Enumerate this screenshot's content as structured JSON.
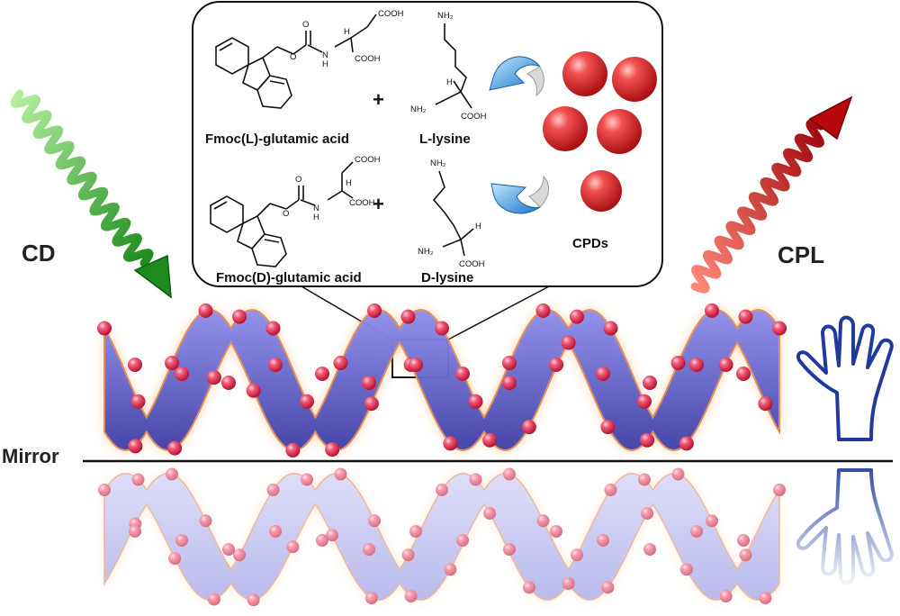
{
  "labels": {
    "cd": "CD",
    "cpl": "CPL",
    "mirror": "Mirror",
    "cpds": "CPDs"
  },
  "molecules": {
    "fmoc_l": "Fmoc(L)-glutamic acid",
    "l_lysine": "L-lysine",
    "fmoc_d": "Fmoc(D)-glutamic acid",
    "d_lysine": "D-lysine",
    "cooh": "COOH",
    "nh2": "NH",
    "nh2_sub": "2",
    "nh": "NH",
    "h": "H",
    "o": "O",
    "plus": "+"
  },
  "colors": {
    "cd_arrow": "#2eaa2e",
    "cpl_arrow": "#cc1a1a",
    "ribbon": "#6d6fd6",
    "dot": "#ee3b5b",
    "hand": "#1f3a9c",
    "curl_arrow": "#3a9be0"
  }
}
